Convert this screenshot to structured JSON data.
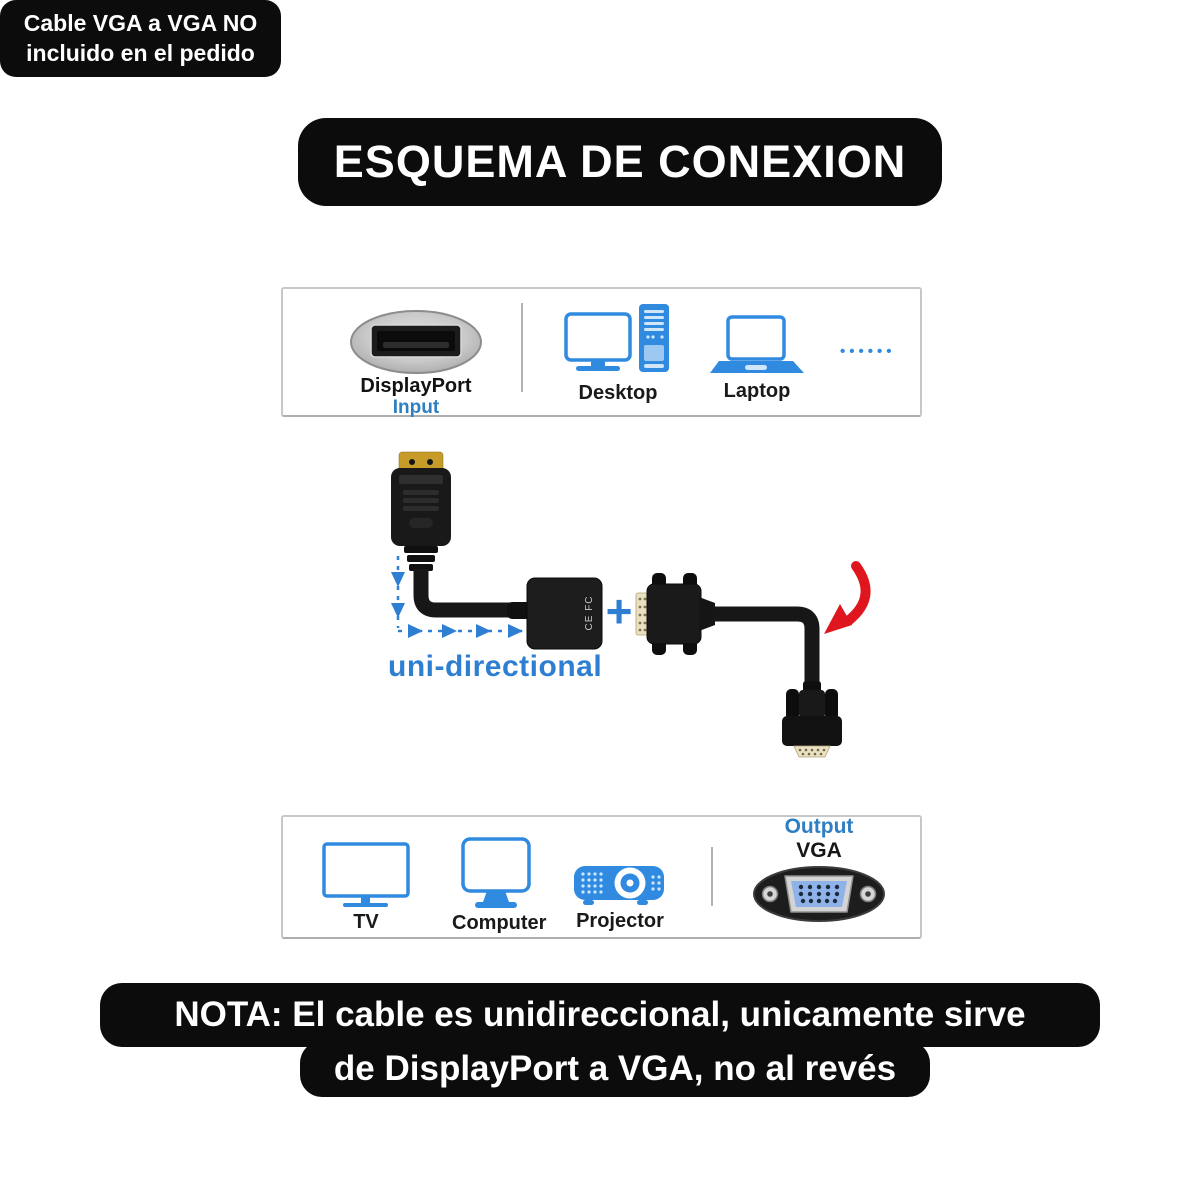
{
  "title": "ESQUEMA DE CONEXION",
  "input_box": {
    "port_label": "DisplayPort",
    "port_sublabel": "Input",
    "devices": [
      {
        "label": "Desktop"
      },
      {
        "label": "Laptop"
      }
    ],
    "more_dots": "••••••"
  },
  "diagram": {
    "direction_label": "uni-directional",
    "plus": "+",
    "adapter_marking": "CE FC",
    "callout_line1": "Cable VGA a VGA NO",
    "callout_line2": "incluido en el pedido"
  },
  "output_box": {
    "devices": [
      {
        "label": "TV"
      },
      {
        "label": "Computer"
      },
      {
        "label": "Projector"
      }
    ],
    "port_label_top": "Output",
    "port_label": "VGA"
  },
  "note": {
    "line1": "NOTA: El cable es unidireccional, unicamente sirve",
    "line2": "de DisplayPort a VGA, no al revés"
  },
  "colors": {
    "accent_text_blue": "#2e7fc2",
    "icon_blue": "#2f8ae0",
    "arrow_blue": "#2e7fd1",
    "banner_black": "#0c0c0c",
    "arrow_red": "#e0161f"
  }
}
